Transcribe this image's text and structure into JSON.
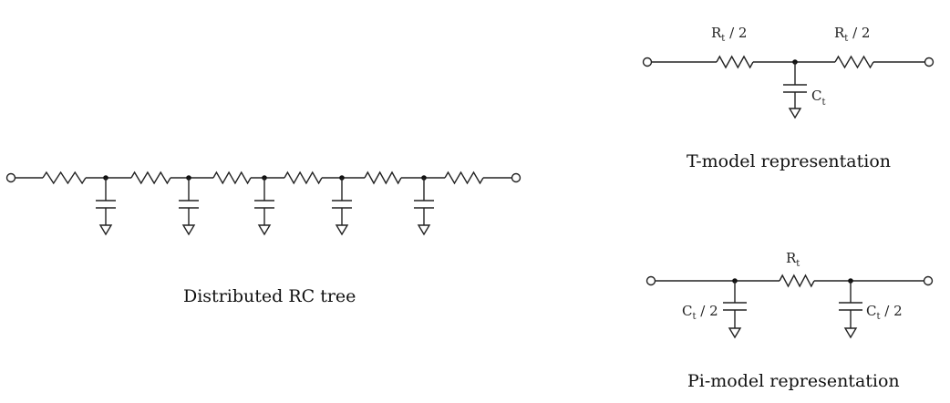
{
  "captions": {
    "distributed": "Distributed RC tree",
    "t_model": "T-model representation",
    "pi_model": "Pi-model representation"
  },
  "labels": {
    "t_r_left": {
      "main": "R",
      "sub": "t",
      "rest": " / 2"
    },
    "t_r_right": {
      "main": "R",
      "sub": "t",
      "rest": " / 2"
    },
    "t_c": {
      "main": "C",
      "sub": "t",
      "rest": ""
    },
    "pi_r": {
      "main": "R",
      "sub": "t",
      "rest": ""
    },
    "pi_c_left": {
      "main": "C",
      "sub": "t",
      "rest": " / 2"
    },
    "pi_c_right": {
      "main": "C",
      "sub": "t",
      "rest": " / 2"
    }
  }
}
